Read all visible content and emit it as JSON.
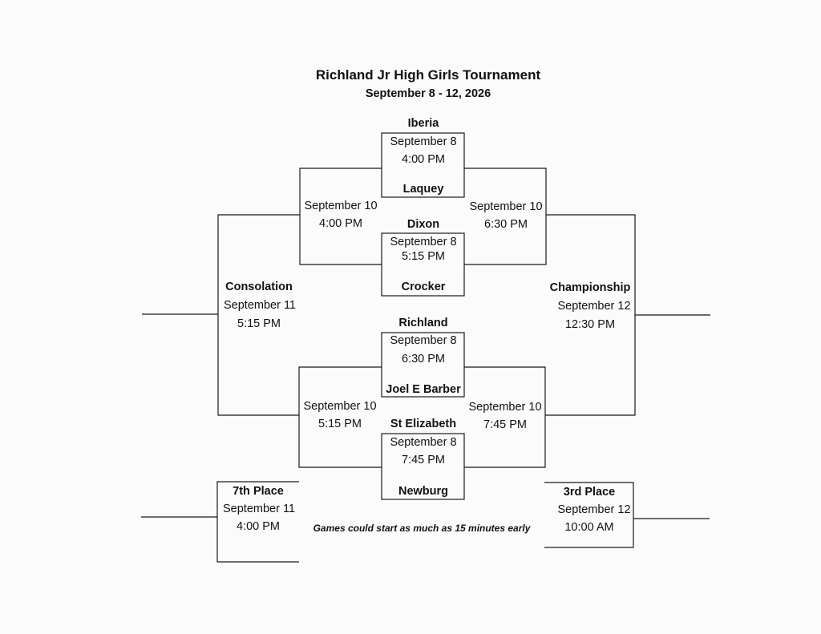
{
  "title": "Richland Jr High Girls Tournament",
  "subtitle": "September 8 - 12, 2026",
  "note": "Games could start as much as 15 minutes early",
  "games": {
    "g1": {
      "team_top": "Iberia",
      "date": "September 8",
      "time": "4:00 PM",
      "team_bottom": "Laquey"
    },
    "g2": {
      "team_top": "Dixon",
      "date": "September 8",
      "time": "5:15 PM",
      "team_bottom": "Crocker"
    },
    "g3": {
      "team_top": "Richland",
      "date": "September 8",
      "time": "6:30 PM",
      "team_bottom": "Joel E Barber"
    },
    "g4": {
      "team_top": "St Elizabeth",
      "date": "September 8",
      "time": "7:45 PM",
      "team_bottom": "Newburg"
    },
    "semi_left_top": {
      "date": "September 10",
      "time": "4:00 PM"
    },
    "semi_right_top": {
      "date": "September 10",
      "time": "6:30 PM"
    },
    "semi_left_bottom": {
      "date": "September 10",
      "time": "5:15 PM"
    },
    "semi_right_bottom": {
      "date": "September 10",
      "time": "7:45 PM"
    },
    "consolation": {
      "label": "Consolation",
      "date": "September 11",
      "time": "5:15 PM"
    },
    "championship": {
      "label": "Championship",
      "date": "September 12",
      "time": "12:30 PM"
    },
    "seventh_place": {
      "label": "7th Place",
      "date": "September 11",
      "time": "4:00 PM"
    },
    "third_place": {
      "label": "3rd Place",
      "date": "September 12",
      "time": "10:00 AM"
    }
  }
}
